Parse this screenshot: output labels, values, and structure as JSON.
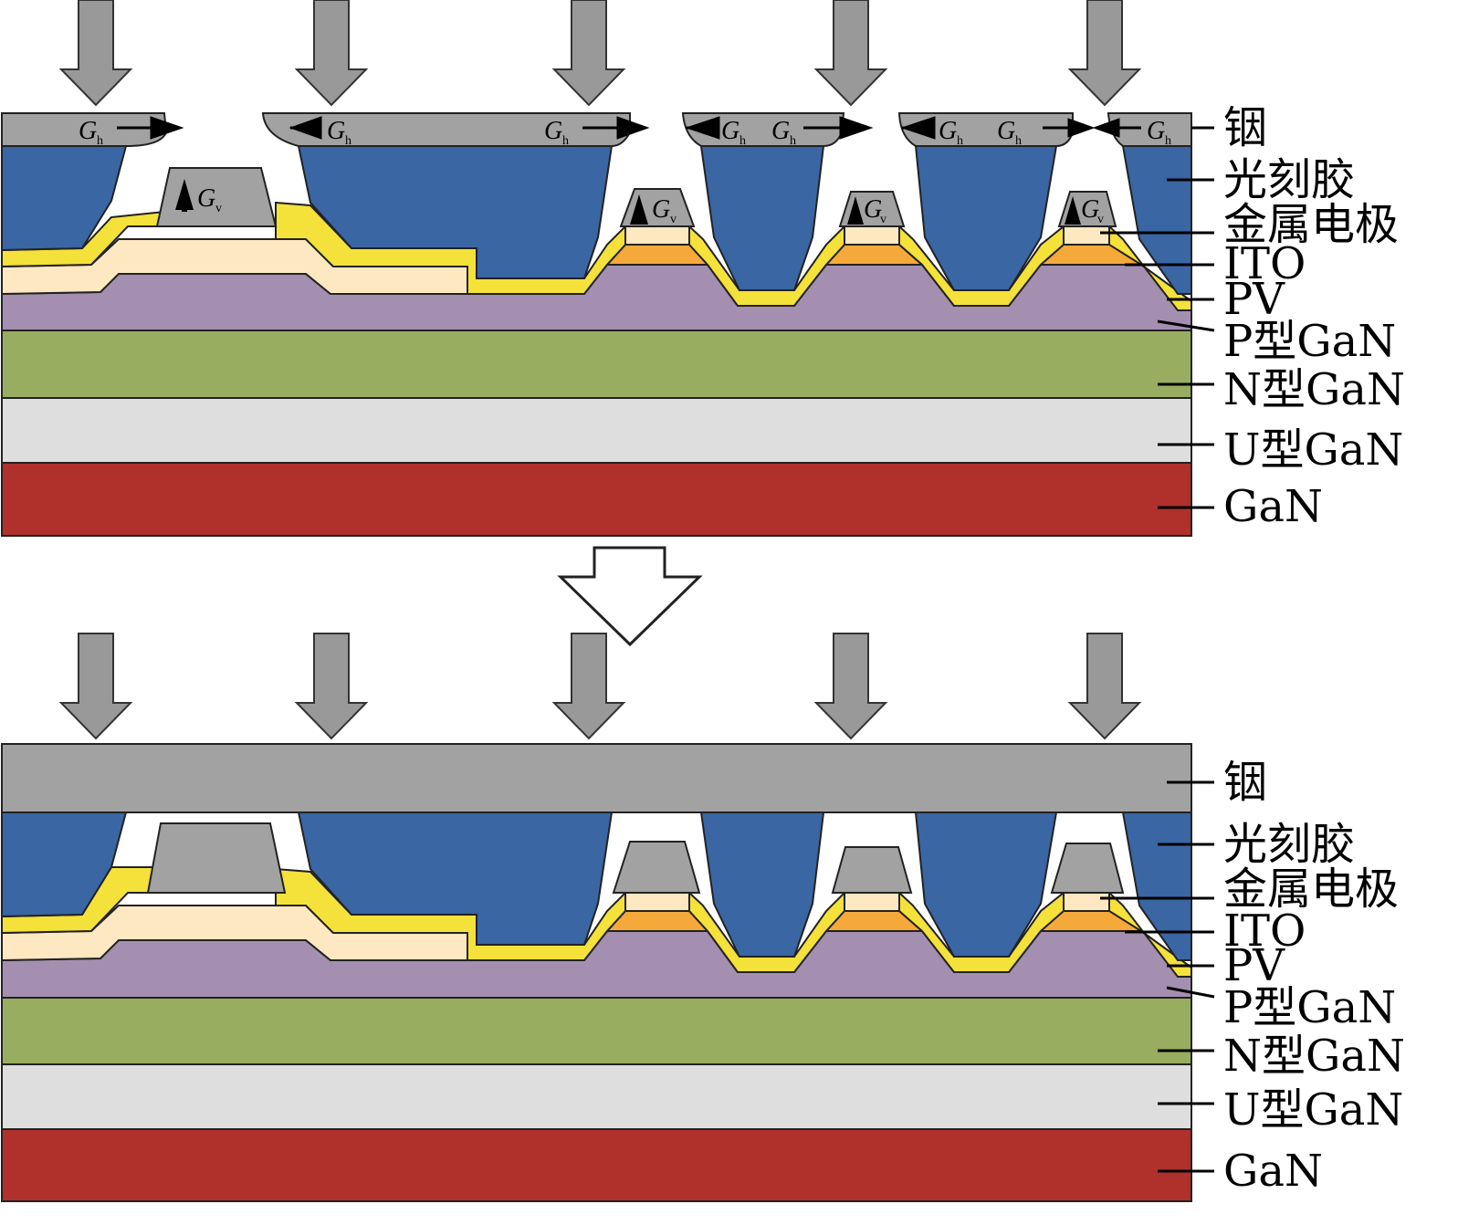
{
  "colors": {
    "indium": "#a2a2a2",
    "photoresist": "#3a66a3",
    "metal_electrode": "#f4e13a",
    "ito": "#f5a93a",
    "pv": "#fde8c2",
    "p_gan": "#a48fb0",
    "n_gan": "#98ad5f",
    "u_gan": "#dedede",
    "gan": "#b0302c",
    "arrow": "#999999"
  },
  "labels": {
    "indium": "铟",
    "photoresist": "光刻胶",
    "metal_electrode": "金属电极",
    "ito": "ITO",
    "pv": "PV",
    "p_gan": "P型GaN",
    "n_gan": "N型GaN",
    "u_gan": "U型GaN",
    "gan": "GaN"
  },
  "growth": {
    "horizontal_symbol": "G",
    "horizontal_subscript": "h",
    "vertical_symbol": "G",
    "vertical_subscript": "v"
  }
}
